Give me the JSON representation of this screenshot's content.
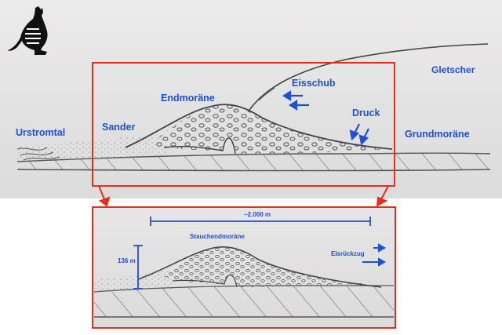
{
  "labels": {
    "gletscher": "Gletscher",
    "eisschub": "Eisschub",
    "endmoraene": "Endmoräne",
    "druck": "Druck",
    "urstromtal": "Urstromtal",
    "sander": "Sander",
    "grundmoraene": "Grundmoräne"
  },
  "inset": {
    "width_label": "~2.000 m",
    "height_label": "136 m",
    "title": "Stauchendmoräne",
    "retreat_label": "Eisrückzug"
  },
  "colors": {
    "label_blue": "#1f4fd6",
    "frame_red": "#e0301e",
    "pencil": "#4a4a4a"
  },
  "icons": [
    "kangaroo-logo-icon",
    "arrow-left-icon",
    "arrow-down-left-icon",
    "arrow-right-icon"
  ]
}
